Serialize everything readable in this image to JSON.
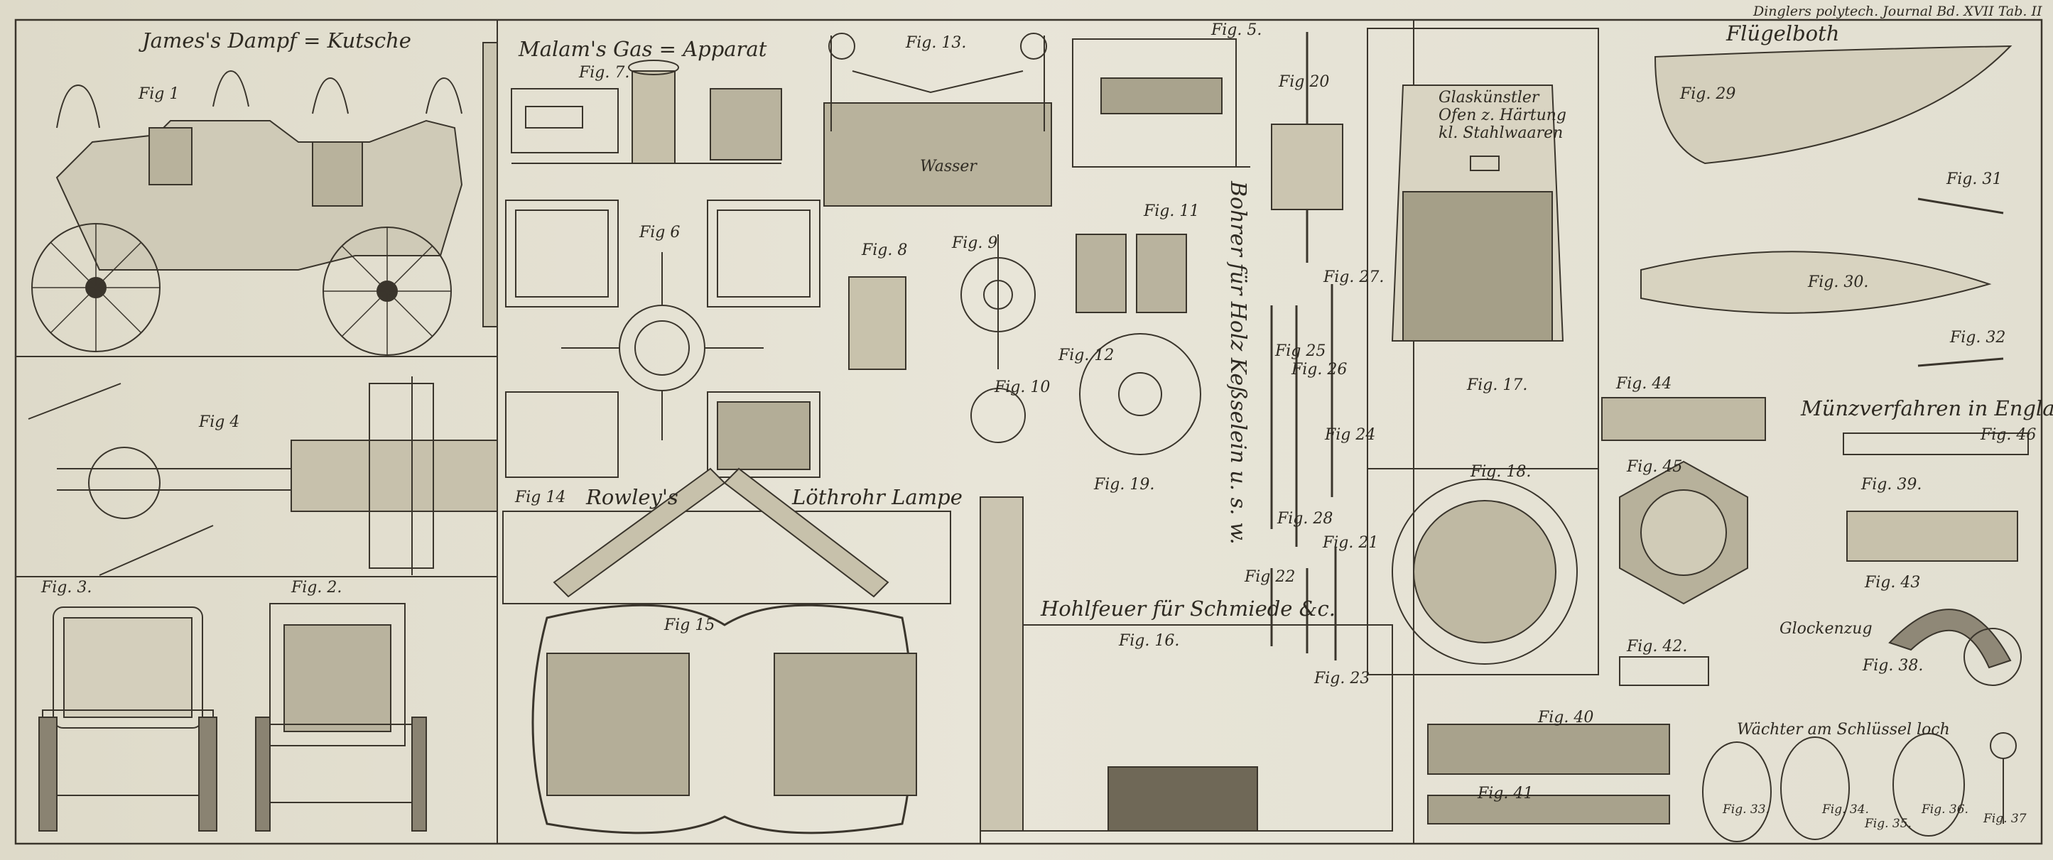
{
  "plate": {
    "header": "Dinglers polytech. Journal Bd. XVII Tab. II",
    "titles": {
      "james": "James's Dampf = Kutsche",
      "malam": "Malam's Gas = Apparat",
      "rowley_a": "Rowley's",
      "rowley_b": "Löthrohr Lampe",
      "fluegel": "Flügelboth",
      "glas1": "Glaskünstler",
      "glas2": "Ofen z. Härtung",
      "glas3": "kl. Stahlwaaren",
      "bohrer": "Bohrer für Holz Keßselein u. s. w.",
      "hohl": "Hohlfeuer für Schmiede &c.",
      "muenz": "Münzverfahren in England",
      "glocken": "Glockenzug",
      "waechter": "Wächter am Schlüssel loch",
      "wasser": "Wasser"
    },
    "figures": {
      "f1": "Fig 1",
      "f2": "Fig. 2.",
      "f3": "Fig. 3.",
      "f4": "Fig 4",
      "f5": "Fig. 5.",
      "f6": "Fig 6",
      "f7": "Fig. 7.",
      "f8": "Fig. 8",
      "f9": "Fig. 9",
      "f10": "Fig. 10",
      "f11": "Fig. 11",
      "f12": "Fig. 12",
      "f13": "Fig. 13.",
      "f14": "Fig 14",
      "f15": "Fig 15",
      "f16": "Fig. 16.",
      "f17": "Fig. 17.",
      "f18": "Fig. 18.",
      "f19": "Fig. 19.",
      "f20": "Fig 20",
      "f21": "Fig. 21",
      "f22": "Fig 22",
      "f23": "Fig. 23",
      "f24": "Fig 24",
      "f25": "Fig 25",
      "f26": "Fig. 26",
      "f27": "Fig. 27.",
      "f28": "Fig. 28",
      "f29": "Fig. 29",
      "f30": "Fig. 30.",
      "f31": "Fig. 31",
      "f32": "Fig. 32",
      "f33": "Fig. 33.",
      "f34": "Fig. 34.",
      "f35": "Fig. 35.",
      "f36": "Fig. 36.",
      "f37": "Fig. 37",
      "f38": "Fig. 38.",
      "f39": "Fig. 39.",
      "f40": "Fig. 40",
      "f41": "Fig. 41",
      "f42": "Fig. 42.",
      "f43": "Fig. 43",
      "f44": "Fig. 44",
      "f45": "Fig. 45",
      "f46": "Fig. 46"
    }
  }
}
